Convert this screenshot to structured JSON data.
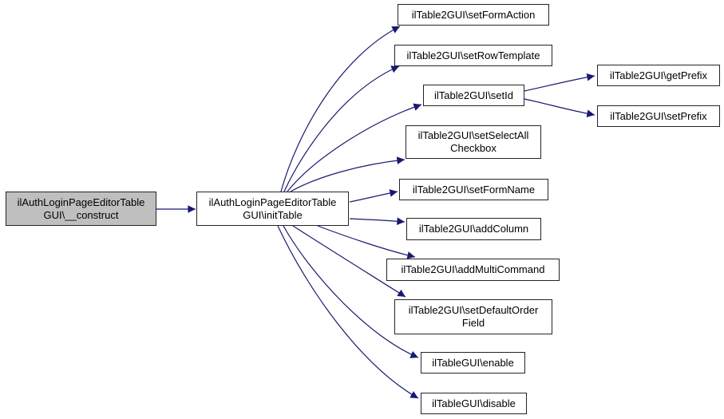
{
  "diagram": {
    "type": "call-graph",
    "colors": {
      "background": "#ffffff",
      "edge": "#191970",
      "node_border": "#242424",
      "node_fill": "#ffffff",
      "selected_fill": "#bfbfbf",
      "text": "#000000"
    },
    "nodes": {
      "construct": {
        "label": "ilAuthLoginPageEditorTable\nGUI\\__construct",
        "selected": true
      },
      "initTable": {
        "label": "ilAuthLoginPageEditorTable\nGUI\\initTable",
        "selected": false
      },
      "setFormAction": {
        "label": "ilTable2GUI\\setFormAction",
        "selected": false
      },
      "setRowTemplate": {
        "label": "ilTable2GUI\\setRowTemplate",
        "selected": false
      },
      "setId": {
        "label": "ilTable2GUI\\setId",
        "selected": false
      },
      "getPrefix": {
        "label": "ilTable2GUI\\getPrefix",
        "selected": false
      },
      "setPrefix": {
        "label": "ilTable2GUI\\setPrefix",
        "selected": false
      },
      "setSelectAllCheckbox": {
        "label": "ilTable2GUI\\setSelectAll\nCheckbox",
        "selected": false
      },
      "setFormName": {
        "label": "ilTable2GUI\\setFormName",
        "selected": false
      },
      "addColumn": {
        "label": "ilTable2GUI\\addColumn",
        "selected": false
      },
      "addMultiCommand": {
        "label": "ilTable2GUI\\addMultiCommand",
        "selected": false
      },
      "setDefaultOrderField": {
        "label": "ilTable2GUI\\setDefaultOrder\nField",
        "selected": false
      },
      "enable": {
        "label": "ilTableGUI\\enable",
        "selected": false
      },
      "disable": {
        "label": "ilTableGUI\\disable",
        "selected": false
      }
    },
    "edges": [
      {
        "from": "construct",
        "to": "initTable"
      },
      {
        "from": "initTable",
        "to": "setFormAction"
      },
      {
        "from": "initTable",
        "to": "setRowTemplate"
      },
      {
        "from": "initTable",
        "to": "setId"
      },
      {
        "from": "initTable",
        "to": "setSelectAllCheckbox"
      },
      {
        "from": "initTable",
        "to": "setFormName"
      },
      {
        "from": "initTable",
        "to": "addColumn"
      },
      {
        "from": "initTable",
        "to": "addMultiCommand"
      },
      {
        "from": "initTable",
        "to": "setDefaultOrderField"
      },
      {
        "from": "initTable",
        "to": "enable"
      },
      {
        "from": "initTable",
        "to": "disable"
      },
      {
        "from": "setId",
        "to": "getPrefix"
      },
      {
        "from": "setId",
        "to": "setPrefix"
      }
    ]
  }
}
